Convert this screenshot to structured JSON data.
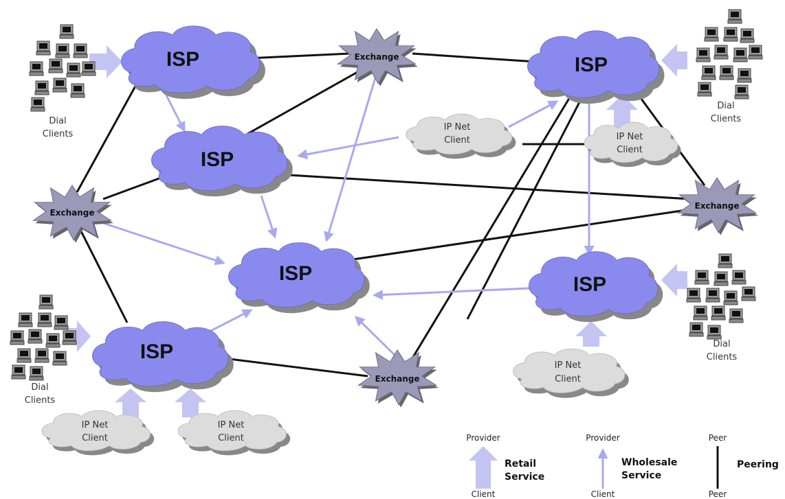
{
  "diagram": {
    "isp_label": "ISP",
    "exchange_label": "Exchange",
    "ip_client_label_line1": "IP Net",
    "ip_client_label_line2": "Client",
    "dial_label_line1": "Dial",
    "dial_label_line2": "Clients"
  },
  "legend": {
    "retail": {
      "top": "Provider",
      "bottom": "Client",
      "title_line1": "Retail",
      "title_line2": "Service"
    },
    "wholesale": {
      "top": "Provider",
      "bottom": "Client",
      "title_line1": "Wholesale",
      "title_line2": "Service"
    },
    "peering": {
      "top": "Peer",
      "bottom": "Peer",
      "title": "Peering"
    }
  },
  "colors": {
    "isp_cloud": "#8a8aee",
    "client_cloud": "#dcdcdc",
    "exchange": "#9a9ab8",
    "wholesale_arrow": "#a9a9f0",
    "retail_arrow": "#c4c4f2",
    "peering_line": "#111111"
  }
}
